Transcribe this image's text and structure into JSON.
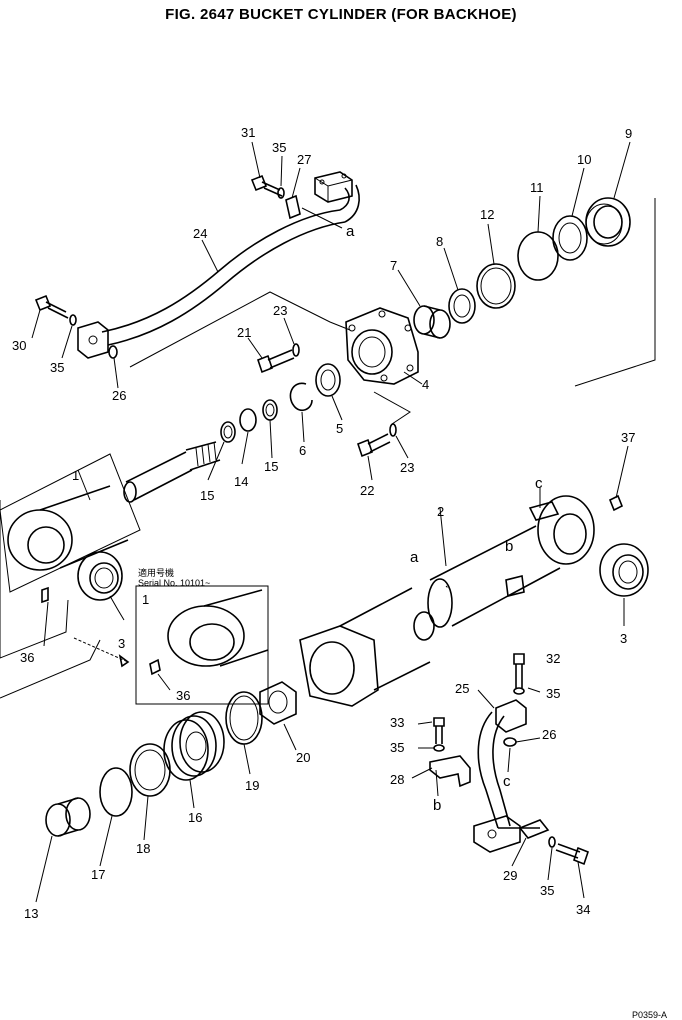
{
  "title": "FIG. 2647   BUCKET CYLINDER (FOR BACKHOE)",
  "serial": {
    "kanji": "適用号機",
    "text": "Serial No. 10101~"
  },
  "letters": {
    "a": "a",
    "b": "b",
    "c": "c"
  },
  "footer_code": "P0359-A",
  "callouts": {
    "p1a": "1",
    "p1b": "1",
    "p2": "2",
    "p3a": "3",
    "p3b": "3",
    "p4": "4",
    "p5": "5",
    "p6": "6",
    "p7": "7",
    "p8": "8",
    "p9": "9",
    "p10": "10",
    "p11": "11",
    "p12": "12",
    "p13": "13",
    "p14": "14",
    "p15a": "15",
    "p15b": "15",
    "p16": "16",
    "p17": "17",
    "p18": "18",
    "p19": "19",
    "p20": "20",
    "p21": "21",
    "p22": "22",
    "p23a": "23",
    "p23b": "23",
    "p24": "24",
    "p25": "25",
    "p26a": "26",
    "p26b": "26",
    "p27": "27",
    "p28": "28",
    "p29": "29",
    "p30": "30",
    "p31": "31",
    "p32": "32",
    "p33": "33",
    "p34": "34",
    "p35a": "35",
    "p35b": "35",
    "p35c": "35",
    "p35d": "35",
    "p35e": "35",
    "p36a": "36",
    "p36b": "36",
    "p37": "37"
  }
}
